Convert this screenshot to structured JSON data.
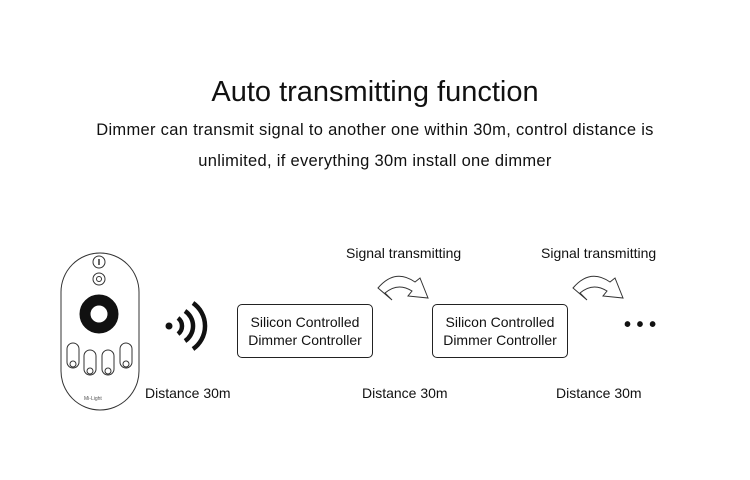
{
  "title": "Auto transmitting function",
  "description": [
    "Dimmer can transmit signal to another one  within 30m, control distance is",
    "unlimited, if everything 30m install one dimmer"
  ],
  "remote": {
    "brand": "Mi-Light"
  },
  "boxes": [
    {
      "line1": "Silicon Controlled",
      "line2": "Dimmer Controller"
    },
    {
      "line1": "Silicon Controlled",
      "line2": "Dimmer Controller"
    }
  ],
  "signal_labels": [
    "Signal transmitting",
    "Signal transmitting"
  ],
  "distances": [
    "Distance 30m",
    "Distance 30m",
    "Distance 30m"
  ],
  "continuation": "• • •"
}
